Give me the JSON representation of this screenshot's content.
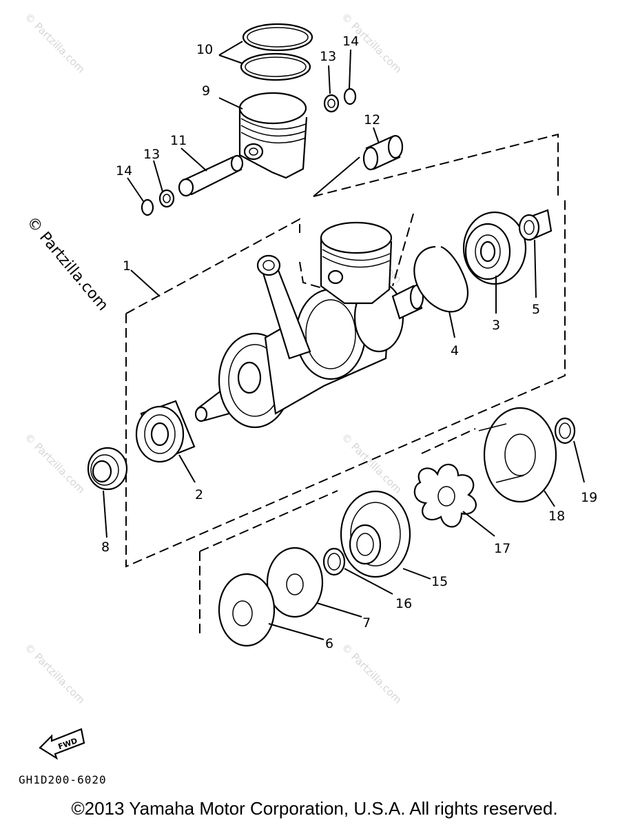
{
  "diagram": {
    "callouts": {
      "c1": "1",
      "c2": "2",
      "c3": "3",
      "c4": "4",
      "c5": "5",
      "c6": "6",
      "c7": "7",
      "c8": "8",
      "c9": "9",
      "c10": "10",
      "c11": "11",
      "c12": "12",
      "c13a": "13",
      "c13b": "13",
      "c14a": "14",
      "c14b": "14",
      "c15": "15",
      "c16": "16",
      "c17": "17",
      "c18": "18",
      "c19": "19"
    },
    "fwd_label": "FWD",
    "diagram_code": "GH1D200-6020",
    "copyright": "©2013 Yamaha Motor Corporation, U.S.A. All rights reserved.",
    "watermark": "© Partzilla.com"
  }
}
